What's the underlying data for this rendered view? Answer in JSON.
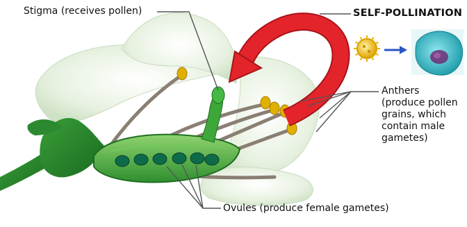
{
  "diagram": {
    "title": "SELF-POLLINATION",
    "labels": {
      "stigma": "Stigma (receives pollen)",
      "anthers": "Anthers (produce pollen grains, which contain male gametes)",
      "ovules": "Ovules (produce female gametes)"
    },
    "anthers_lines": [
      "Anthers",
      "(produce pollen",
      "grains, which",
      "contain male",
      "gametes)"
    ],
    "colors": {
      "arrow_red": "#e3242b",
      "petal": "#e6f0df",
      "petal_edge": "#c9dcc0",
      "green_dark": "#1f7a28",
      "green_mid": "#3fa23c",
      "ovule": "#0e6b4a",
      "anther": "#e0b000",
      "filament": "#8a7f73",
      "pollen_yellow": "#f6c21a",
      "cell_cyan": "#27b9c9",
      "cell_nucleus": "#7a2f7a",
      "small_arrow_blue": "#2a55c4"
    },
    "icons": [
      "self-pollination-arrow-icon",
      "pollen-grain-icon",
      "egg-cell-icon"
    ]
  }
}
